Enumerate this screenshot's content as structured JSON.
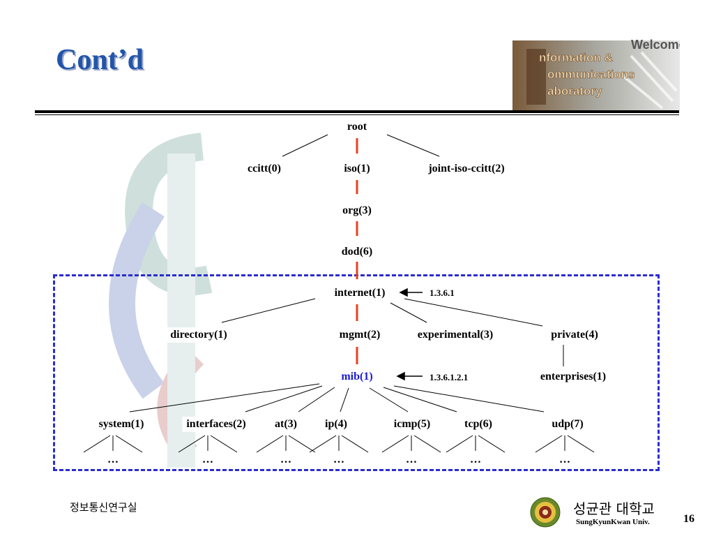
{
  "slide": {
    "title": "Cont’d",
    "banner_lines": [
      "Welcome",
      "nformation &",
      "ommunications",
      "aboratory"
    ],
    "footer_left": "정보통신연구실",
    "footer_univ_kr": "성균관 대학교",
    "footer_univ_en": "SungKyunKwan Univ.",
    "page_number": "16"
  },
  "tree": {
    "root": "root",
    "ccitt": "ccitt(0)",
    "iso": "iso(1)",
    "joint": "joint-iso-ccitt(2)",
    "org": "org(3)",
    "dod": "dod(6)",
    "internet": "internet(1)",
    "internet_oid": "1.3.6.1",
    "directory": "directory(1)",
    "mgmt": "mgmt(2)",
    "experimental": "experimental(3)",
    "private": "private(4)",
    "mib": "mib(1)",
    "mib_oid": "1.3.6.1.2.1",
    "enterprises": "enterprises(1)",
    "system": "system(1)",
    "interfaces": "interfaces(2)",
    "at": "at(3)",
    "ip": "ip(4)",
    "icmp": "icmp(5)",
    "tcp": "tcp(6)",
    "udp": "udp(7)",
    "ellipsis": "…"
  },
  "colors": {
    "title": "#2255aa",
    "path_highlight": "#e8401c",
    "frame": "#2b2bd0",
    "mib_text": "#1a1ad0"
  }
}
